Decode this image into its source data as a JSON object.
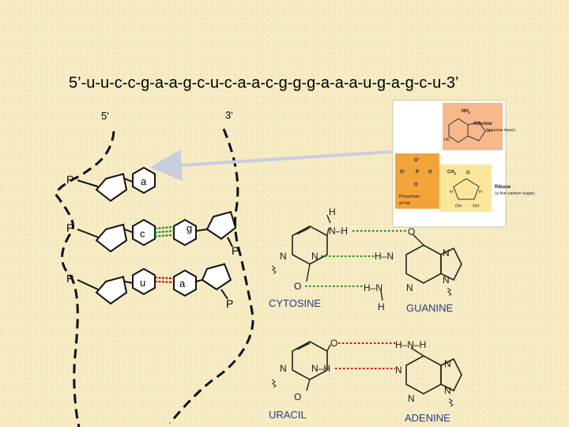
{
  "sequence": "5’-u-u-c-c-g-a-a-g-c-u-c-a-a-c-g-g-g-a-a-a-u-g-a-g-c-u-3’",
  "strand": {
    "end5": "5'",
    "end3": "3'",
    "phosphate": "P",
    "bases": {
      "a1": "a",
      "c": "c",
      "g": "g",
      "u": "u",
      "a2": "a"
    }
  },
  "pairs": {
    "cytosine": "CYTOSINE",
    "guanine": "GUANINE",
    "uracil": "URACIL",
    "adenine": "ADENINE",
    "atoms": {
      "N": "N",
      "O": "O",
      "H": "H",
      "HN": "H–N",
      "NH": "N–H",
      "HNH": "H–N–H"
    }
  },
  "nucleotide": {
    "base_group": "NH",
    "base_group_sub": "2",
    "base_name": "Adenine",
    "base_desc": "(a purine base)",
    "ch": "CH",
    "hc": "HC",
    "ch2": "CH",
    "ch2_sub": "2",
    "sugar_name": "Ribose",
    "sugar_desc": "(a five-carbon sugar)",
    "phosphate_name": "Phosphate",
    "phosphate_desc": "group",
    "oh": "OH",
    "o_minus": "O⁻",
    "o": "O",
    "p": "P",
    "h": "H"
  },
  "colors": {
    "phosphate_box": "#f2a43a",
    "ribose_box": "#fbe79a",
    "adenine_box": "#f7b88c",
    "guanine_bond": "#2c8c2c",
    "adenine_bond": "#c01818",
    "arrow": "#c8cde0"
  }
}
